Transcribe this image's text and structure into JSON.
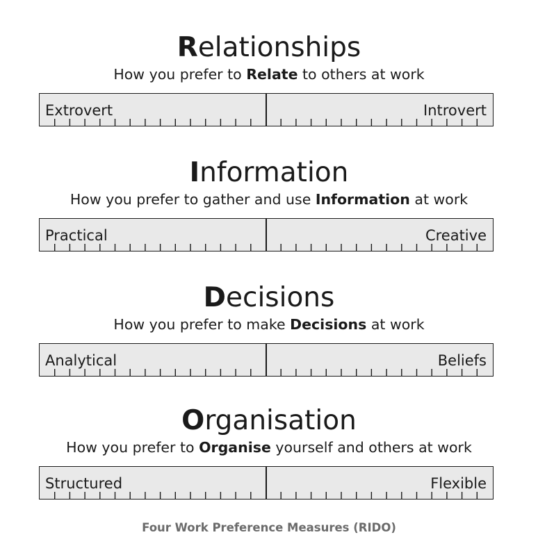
{
  "measures": [
    {
      "title_initial": "R",
      "title_rest": "elationships",
      "subtitle_before": "How you prefer to ",
      "subtitle_bold": "Relate",
      "subtitle_after": " to others at work",
      "left_label": "Extrovert",
      "right_label": "Introvert"
    },
    {
      "title_initial": "I",
      "title_rest": "nformation",
      "subtitle_before": "How you prefer to gather and use ",
      "subtitle_bold": "Information",
      "subtitle_after": " at work",
      "left_label": "Practical",
      "right_label": "Creative"
    },
    {
      "title_initial": "D",
      "title_rest": "ecisions",
      "subtitle_before": "How you prefer to make ",
      "subtitle_bold": "Decisions",
      "subtitle_after": " at work",
      "left_label": "Analytical",
      "right_label": "Beliefs"
    },
    {
      "title_initial": "O",
      "title_rest": "rganisation",
      "subtitle_before": "How you prefer to ",
      "subtitle_bold": "Organise",
      "subtitle_after": " yourself and others at work",
      "left_label": "Structured",
      "right_label": "Flexible"
    }
  ],
  "caption": "Four Work Preference Measures (RIDO)",
  "colors": {
    "text": "#1a1a1a",
    "scale_fill": "#e9e9e9",
    "caption": "#6b6b6b"
  }
}
